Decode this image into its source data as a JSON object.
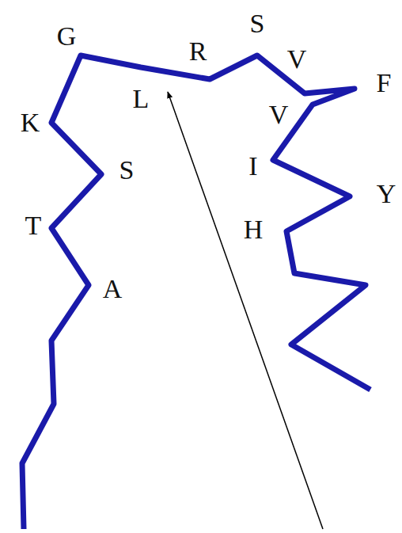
{
  "diagram": {
    "labels": [
      "G",
      "R",
      "S",
      "V",
      "F",
      "L",
      "K",
      "V",
      "S",
      "I",
      "Y",
      "T",
      "H",
      "A"
    ]
  }
}
